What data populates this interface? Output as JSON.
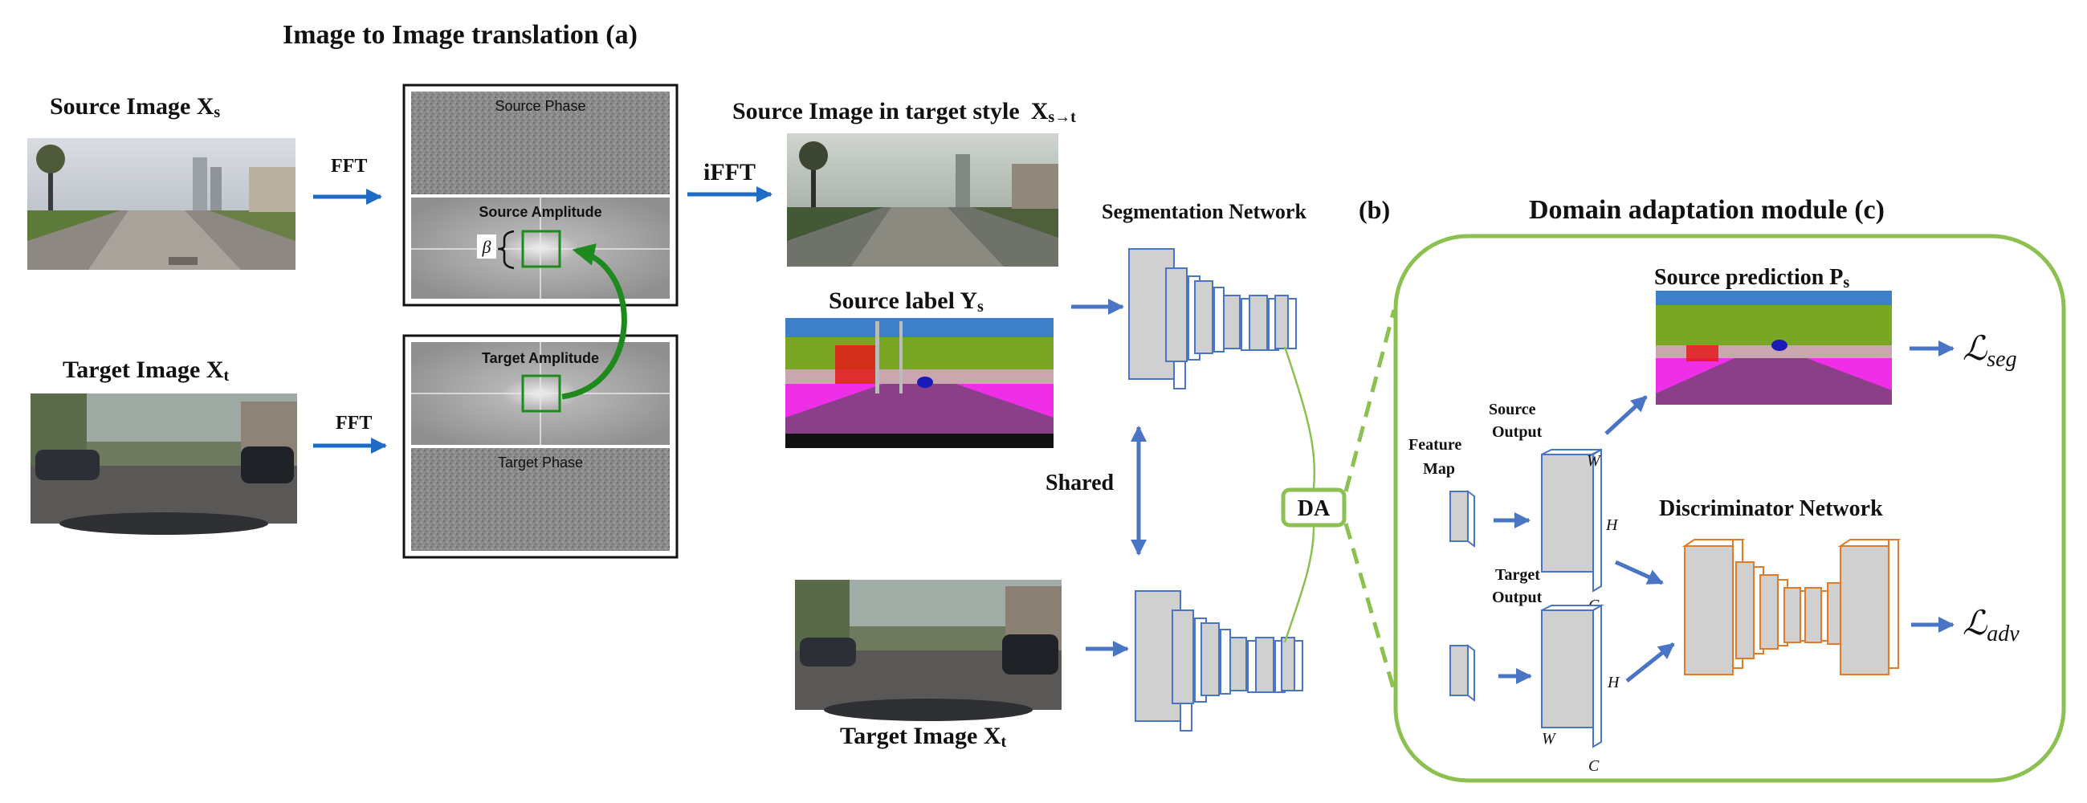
{
  "section_a": {
    "title": "Image to Image translation (a)",
    "source_image_label": "Source Image X",
    "source_image_sub": "s",
    "target_image_label": "Target Image X",
    "target_image_sub": "t",
    "fft_top": "FFT",
    "fft_bottom": "FFT",
    "ifft": "iFFT",
    "source_phase": "Source Phase",
    "source_amplitude": "Source Amplitude",
    "target_amplitude": "Target Amplitude",
    "target_phase": "Target Phase",
    "beta": "β",
    "styled_image_label": "Source Image in target style",
    "styled_symbol": "X",
    "styled_sub": "s→t"
  },
  "section_b": {
    "segmentation_label": "Segmentation Network",
    "tag": "(b)",
    "source_label": "Source label Y",
    "source_label_sub": "s",
    "shared": "Shared",
    "target_image_label": "Target Image X",
    "target_image_sub": "t",
    "da": "DA"
  },
  "section_c": {
    "title": "Domain adaptation module (c)",
    "source_prediction": "Source prediction P",
    "source_prediction_sub": "s",
    "feature_map_line1": "Feature",
    "feature_map_line2": "Map",
    "source_output_line1": "Source",
    "source_output_line2": "Output",
    "target_output_line1": "Target",
    "target_output_line2": "Output",
    "discriminator": "Discriminator Network",
    "w": "W",
    "h": "H",
    "c": "C",
    "loss_seg_main": "ℒ",
    "loss_seg_sub": "seg",
    "loss_adv_main": "ℒ",
    "loss_adv_sub": "adv"
  },
  "colors": {
    "arrow_blue": "#1f6cc7",
    "net_blue": "#4a74c4",
    "green_arrow": "#1e8a1e",
    "module_green": "#8cc152",
    "disc_orange": "#e07b2a",
    "label_pink": "#ef2fe8",
    "label_purple": "#8a3f88",
    "label_green": "#7aa626",
    "label_sky": "#3e7fc9"
  }
}
